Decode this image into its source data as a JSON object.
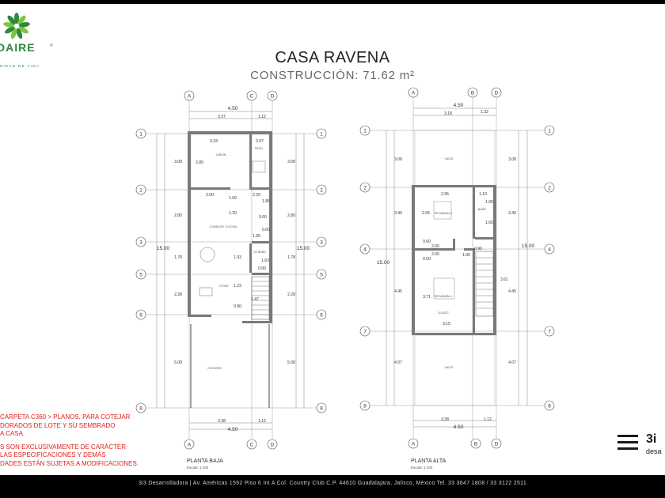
{
  "brand": {
    "name": "DAIRE",
    "registered": "®",
    "tagline": "NIDAD DE VIDA",
    "accent_color": "#2a8a3a"
  },
  "header": {
    "title": "CASA RAVENA",
    "subtitle": "CONSTRUCCIÓN: 71.62 m²"
  },
  "notes": {
    "line1": "CARPETA C360 > PLANOS, PARA COTEJAR",
    "line2": "DORADOS DE LOTE Y SU SEMBRADO",
    "line3": "A CASA.",
    "line4": "S SON EXCLUSIVAMENTE DE CARÁCTER",
    "line5": "LAS ESPECIFICACIONES Y DEMÁS",
    "line6": "DADES ESTÁN SUJETAS A MODIFICACIONES.",
    "color": "#e0201a"
  },
  "developer": {
    "name": "3i",
    "sub": "desa"
  },
  "footer": {
    "text": "3i3 Desarrolladora  |  Av. Américas 1592 Piso 6 Int A Col. Country Club C.P. 44610 Guadalajara, Jalisco, México Tel. 33 3647 1808  /  33 3122 2511"
  },
  "plan_baja": {
    "name": "PLANTA BAJA",
    "scale": "Escala: 1:100",
    "col_axes": [
      "A",
      "C",
      "D"
    ],
    "row_axes": [
      "1",
      "2",
      "3",
      "5",
      "6",
      "8"
    ],
    "overall_width": "4.50",
    "overall_length": "15.00",
    "top_dims": [
      "3.37",
      "1.12"
    ],
    "bottom_dims": [
      "3.38",
      "1.12"
    ],
    "bottom_total": "4.50",
    "left_dims": [
      "3.08",
      "2.80",
      "1.78",
      "2.28",
      "5.08"
    ],
    "right_dims": [
      "3.08",
      "2.80",
      "1.78",
      "2.28",
      "5.08"
    ],
    "inner_dims": [
      "3.33",
      "0.97",
      "2.85",
      "2.00",
      "2.20",
      "1.60",
      "1.85",
      "1.20",
      "0.60",
      "0.60",
      "1.05",
      "1.93",
      "1.63",
      "0.90",
      "1.23",
      "1.47",
      "0.90"
    ],
    "rooms": [
      "JARDÍN",
      "PATIO",
      "COMEDOR / COCINA",
      "1/2 BAÑO",
      "ESTAR",
      "COCHERA"
    ]
  },
  "plan_alta": {
    "name": "PLANTA ALTA",
    "scale": "Escala: 1:100",
    "col_axes": [
      "A",
      "B",
      "D"
    ],
    "row_axes": [
      "1",
      "2",
      "4",
      "7",
      "8"
    ],
    "overall_width": "4.50",
    "overall_length": "15.00",
    "top_dims": [
      "3.18",
      "1.32"
    ],
    "bottom_dims": [
      "3.38",
      "1.12"
    ],
    "bottom_total": "4.50",
    "left_dims": [
      "3.08",
      "3.40",
      "4.45",
      "4.07"
    ],
    "right_dims": [
      "3.08",
      "3.40",
      "4.45",
      "4.07"
    ],
    "inner_dims": [
      "2.95",
      "1.10",
      "1.00",
      "2.65",
      "1.65",
      "0.60",
      "2.00",
      "2.00",
      "0.60",
      "0.90",
      "1.00",
      "3.61",
      "3.71",
      "3.15"
    ],
    "rooms": [
      "VACÍO",
      "RECÁMARA 2",
      "BAÑO",
      "RECÁMARA 1",
      "CLOSET",
      "VACÍO"
    ]
  }
}
